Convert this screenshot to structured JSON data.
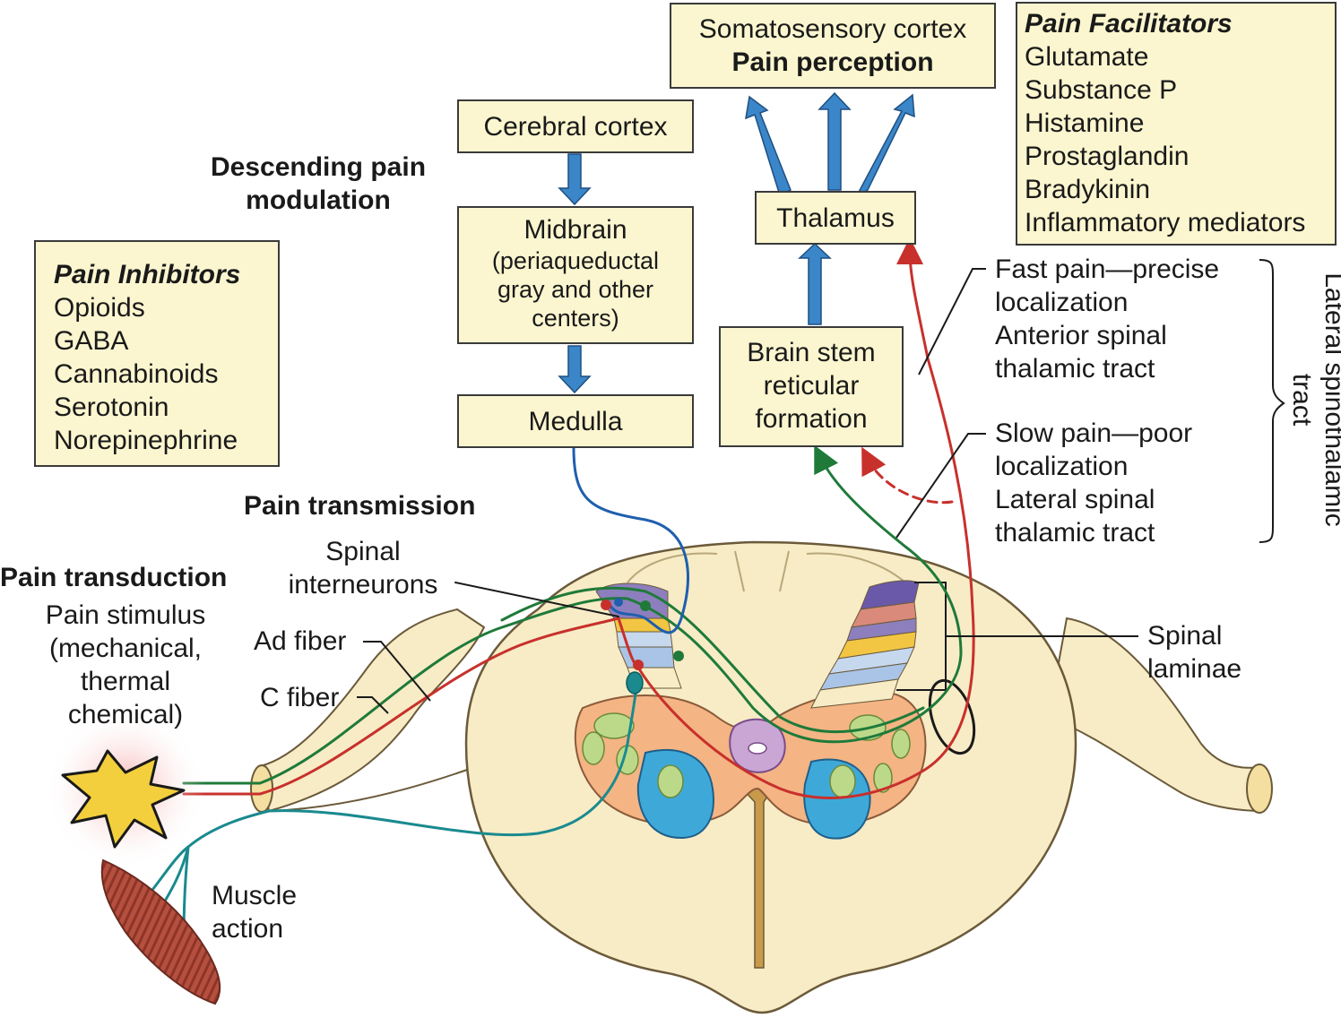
{
  "boxes": {
    "somatosensory": {
      "line1": "Somatosensory cortex",
      "line2": "Pain perception"
    },
    "cerebral_cortex": "Cerebral cortex",
    "midbrain": {
      "line1": "Midbrain",
      "line2": "(periaqueductal",
      "line3": "gray and other",
      "line4": "centers)"
    },
    "medulla": "Medulla",
    "thalamus": "Thalamus",
    "brain_stem": {
      "line1": "Brain stem",
      "line2": "reticular",
      "line3": "formation"
    }
  },
  "pain_facilitators": {
    "title": "Pain Facilitators",
    "items": [
      "Glutamate",
      "Substance P",
      "Histamine",
      "Prostaglandin",
      "Bradykinin",
      "Inflammatory mediators"
    ]
  },
  "pain_inhibitors": {
    "title": "Pain Inhibitors",
    "items": [
      "Opioids",
      "GABA",
      "Cannabinoids",
      "Serotonin",
      "Norepinephrine"
    ]
  },
  "headings": {
    "descending": {
      "line1": "Descending pain",
      "line2": "modulation"
    },
    "transmission": "Pain transmission",
    "transduction": "Pain transduction"
  },
  "labels": {
    "stimulus": {
      "line1": "Pain stimulus",
      "line2": "(mechanical,",
      "line3": "thermal",
      "line4": "chemical)"
    },
    "ad_fiber": "Ad fiber",
    "c_fiber": "C fiber",
    "interneurons": {
      "line1": "Spinal",
      "line2": "interneurons"
    },
    "muscle": {
      "line1": "Muscle",
      "line2": "action"
    },
    "laminae": {
      "line1": "Spinal",
      "line2": "laminae"
    },
    "fast_pain": {
      "line1": "Fast pain—precise",
      "line2": "localization",
      "line3": "Anterior spinal",
      "line4": "thalamic tract"
    },
    "slow_pain": {
      "line1": "Slow pain—poor",
      "line2": "localization",
      "line3": "Lateral spinal",
      "line4": "thalamic tract"
    },
    "lateral_tract": {
      "line1": "Lateral spinothalamic",
      "line2": "tract"
    }
  },
  "colors": {
    "box_fill": "#fbf6cf",
    "arrow_blue": "#3a86c8",
    "fast_pain_red": "#c8302c",
    "slow_pain_green": "#1f7a3a",
    "descending_blue": "#1f5fae",
    "motor_teal": "#1a8a8f",
    "cord_tan": "#f7ecc6",
    "gray_matter_orange": "#f4b483",
    "ventral_horn_blue": "#3ea9d9",
    "nuclei_green": "#bcd98a",
    "canal_purple": "#c9a6d4",
    "stimulus_yellow": "#f3cf3e"
  }
}
